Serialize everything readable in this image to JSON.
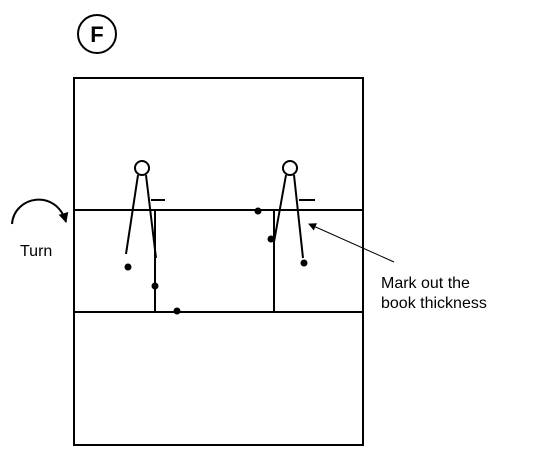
{
  "step_label": "F",
  "turn_label": "Turn",
  "annotation": {
    "line1": "Mark out the",
    "line2": "book thickness"
  },
  "colors": {
    "stroke": "#000000",
    "background": "#ffffff"
  },
  "icons": {
    "step_badge": "circle-letter",
    "turn": "curved-arrow-icon",
    "tool": "compass-divider-icon"
  }
}
